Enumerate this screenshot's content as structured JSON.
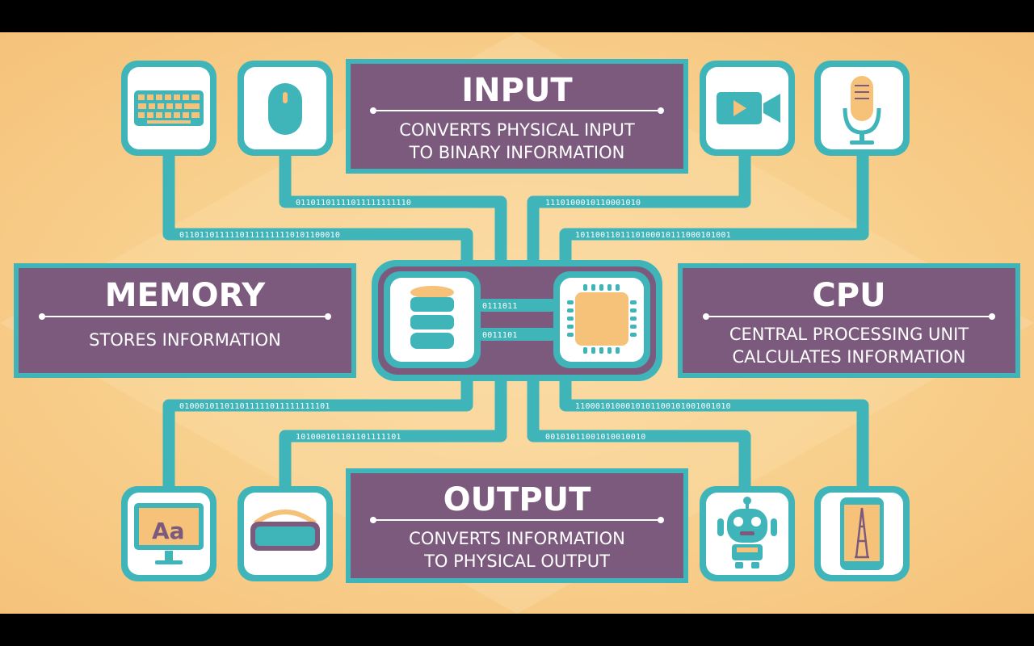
{
  "input": {
    "title": "INPUT",
    "line1": "CONVERTS PHYSICAL INPUT",
    "line2": "TO BINARY INFORMATION"
  },
  "memory": {
    "title": "MEMORY",
    "line1": "STORES INFORMATION"
  },
  "cpu": {
    "title": "CPU",
    "line1": "CENTRAL PROCESSING UNIT",
    "line2": "CALCULATES INFORMATION"
  },
  "output": {
    "title": "OUTPUT",
    "line1": "CONVERTS INFORMATION",
    "line2": "TO PHYSICAL OUTPUT"
  },
  "binary": {
    "top_left_outer": "01101101111101111111110101100010",
    "top_left_inner": "01101101111011111111110",
    "top_right_inner": "1110100010110001010",
    "top_right_outer": "1011001101110100010111000101001",
    "center_upper": "0111011",
    "center_lower": "0011101",
    "bottom_left_upper": "010001011011011111011111111101",
    "bottom_left_lower": "101000101101101111101",
    "bottom_right_upper": "1100010100010101100101001001010",
    "bottom_right_lower": "00101011001010010010"
  },
  "icon_letters": "Aa",
  "colors": {
    "panel": "#7c5a7e",
    "teal": "#3fb5b9",
    "orange": "#f6c27a",
    "bg": "#f8cf8c"
  },
  "icons": [
    "keyboard-icon",
    "mouse-icon",
    "video-camera-icon",
    "microphone-icon",
    "database-icon",
    "chip-icon",
    "monitor-icon",
    "vr-headset-icon",
    "robot-icon",
    "smartphone-icon"
  ]
}
